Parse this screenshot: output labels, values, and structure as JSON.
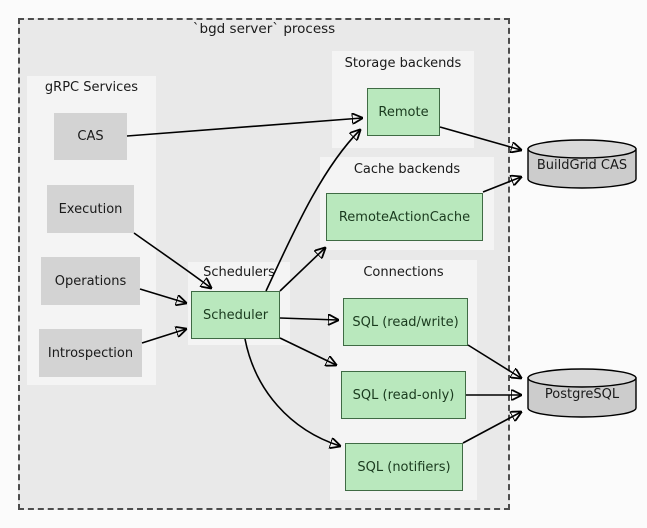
{
  "diagram": {
    "title": "`bgd server` process",
    "colors": {
      "green_fill": "#b9e8bd",
      "green_stroke": "#3f6b44",
      "grey_fill": "#d3d3d3",
      "cluster_fill": "#f4f4f4",
      "process_fill": "#e9e9e9",
      "edge": "#000000"
    },
    "clusters": [
      {
        "id": "grpc",
        "title": "gRPC Services"
      },
      {
        "id": "schedulers",
        "title": "Schedulers"
      },
      {
        "id": "storage",
        "title": "Storage backends"
      },
      {
        "id": "cache",
        "title": "Cache backends"
      },
      {
        "id": "connections",
        "title": "Connections"
      }
    ],
    "nodes": {
      "cas": "CAS",
      "execution": "Execution",
      "operations": "Operations",
      "introspection": "Introspection",
      "scheduler": "Scheduler",
      "remote": "Remote",
      "remote_action_cache": "RemoteActionCache",
      "sql_read_write": "SQL (read/write)",
      "sql_read_only": "SQL (read-only)",
      "sql_notifiers": "SQL (notifiers)"
    },
    "databases": {
      "buildgrid_cas": "BuildGrid CAS",
      "postgresql": "PostgreSQL"
    },
    "edges": [
      {
        "from": "cas",
        "to": "remote"
      },
      {
        "from": "scheduler",
        "to": "remote"
      },
      {
        "from": "execution",
        "to": "scheduler"
      },
      {
        "from": "operations",
        "to": "scheduler"
      },
      {
        "from": "introspection",
        "to": "scheduler"
      },
      {
        "from": "scheduler",
        "to": "remote_action_cache"
      },
      {
        "from": "scheduler",
        "to": "sql_read_write"
      },
      {
        "from": "scheduler",
        "to": "sql_read_only"
      },
      {
        "from": "scheduler",
        "to": "sql_notifiers"
      },
      {
        "from": "remote",
        "to": "buildgrid_cas"
      },
      {
        "from": "remote_action_cache",
        "to": "buildgrid_cas"
      },
      {
        "from": "sql_read_write",
        "to": "postgresql"
      },
      {
        "from": "sql_read_only",
        "to": "postgresql"
      },
      {
        "from": "sql_notifiers",
        "to": "postgresql"
      }
    ]
  }
}
